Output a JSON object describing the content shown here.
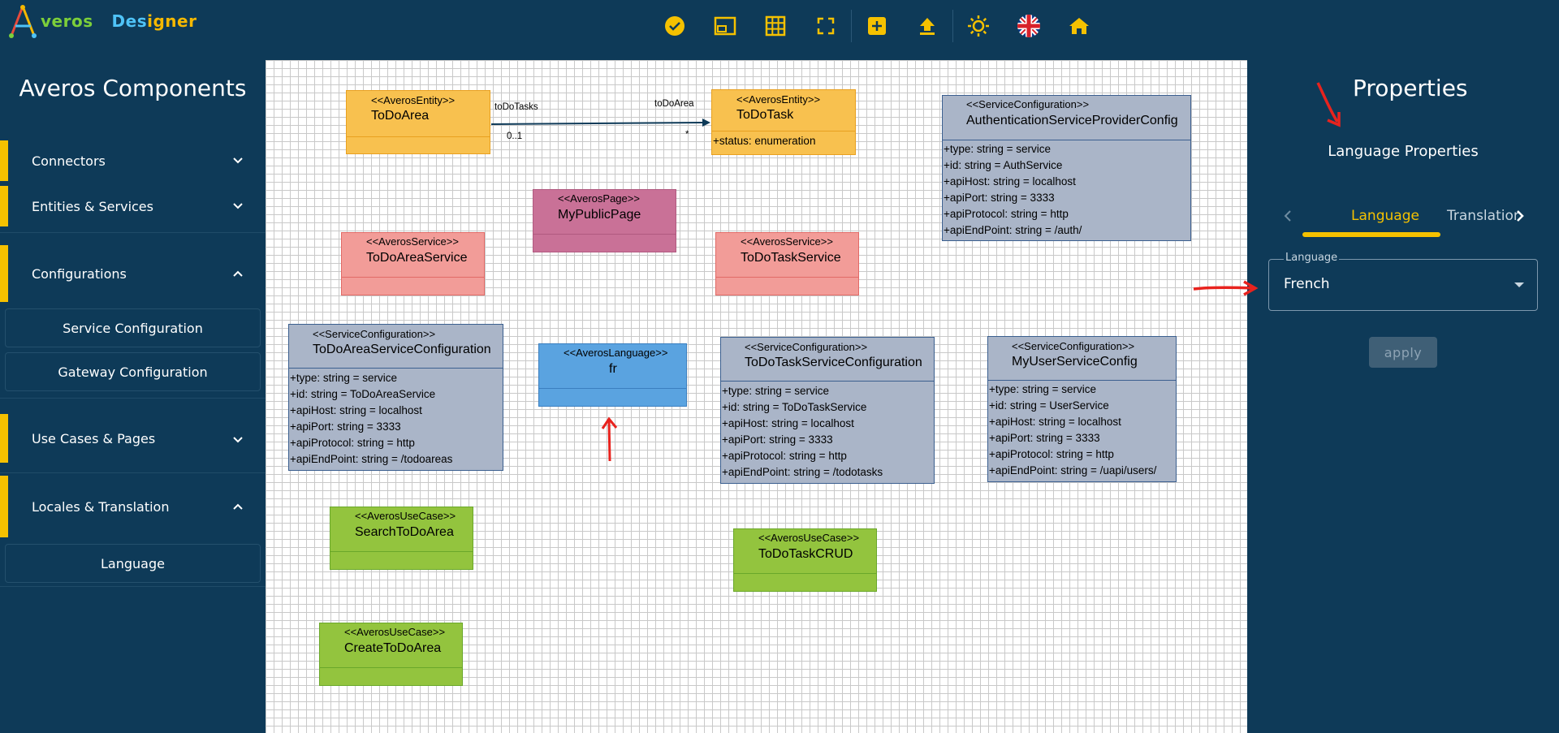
{
  "app": {
    "logo_parts": [
      "veros",
      "Des",
      "igner"
    ]
  },
  "sidebar": {
    "title": "Averos Components",
    "sections": [
      {
        "label": "Connectors",
        "expanded": false
      },
      {
        "label": "Entities & Services",
        "expanded": false
      },
      {
        "label": "Configurations",
        "expanded": true,
        "items": [
          "Service Configuration",
          "Gateway Configuration"
        ]
      },
      {
        "label": "Use Cases & Pages",
        "expanded": false
      },
      {
        "label": "Locales & Translation",
        "expanded": true,
        "items": [
          "Language"
        ]
      }
    ]
  },
  "toolbar": {
    "icons": [
      "check-circle-icon",
      "picture-in-picture-icon",
      "grid-icon",
      "fullscreen-icon",
      "add-box-icon",
      "upload-icon",
      "sun-icon",
      "uk-flag-icon",
      "home-icon"
    ]
  },
  "diagram": {
    "todoarea": {
      "stereo": "<<AverosEntity>>",
      "name": "ToDoArea"
    },
    "todotask": {
      "stereo": "<<AverosEntity>>",
      "name": "ToDoTask",
      "attrs": [
        "+status: enumeration"
      ]
    },
    "assoc": {
      "src_role": "toDoTasks",
      "src_mult": "0..1",
      "dst_role": "toDoArea",
      "dst_mult": "*"
    },
    "authcfg": {
      "stereo": "<<ServiceConfiguration>>",
      "name": "AuthenticationServiceProviderConfig",
      "attrs": [
        "+type: string = service",
        "+id: string = AuthService",
        "+apiHost: string = localhost",
        "+apiPort: string = 3333",
        "+apiProtocol: string = http",
        "+apiEndPoint: string = /auth/"
      ]
    },
    "mypublicpage": {
      "stereo": "<<AverosPage>>",
      "name": "MyPublicPage"
    },
    "todoareaservice": {
      "stereo": "<<AverosService>>",
      "name": "ToDoAreaService"
    },
    "todotaskservice": {
      "stereo": "<<AverosService>>",
      "name": "ToDoTaskService"
    },
    "todoareacfg": {
      "stereo": "<<ServiceConfiguration>>",
      "name": "ToDoAreaServiceConfiguration",
      "attrs": [
        "+type: string = service",
        "+id: string = ToDoAreaService",
        "+apiHost: string = localhost",
        "+apiPort: string = 3333",
        "+apiProtocol: string = http",
        "+apiEndPoint: string = /todoareas"
      ]
    },
    "language": {
      "stereo": "<<AverosLanguage>>",
      "name": "fr"
    },
    "todotaskcfg": {
      "stereo": "<<ServiceConfiguration>>",
      "name": "ToDoTaskServiceConfiguration",
      "attrs": [
        "+type: string = service",
        "+id: string = ToDoTaskService",
        "+apiHost: string = localhost",
        "+apiPort: string = 3333",
        "+apiProtocol: string = http",
        "+apiEndPoint: string = /todotasks"
      ]
    },
    "myusercfg": {
      "stereo": "<<ServiceConfiguration>>",
      "name": "MyUserServiceConfig",
      "attrs": [
        "+type: string = service",
        "+id: string = UserService",
        "+apiHost: string = localhost",
        "+apiPort: string = 3333",
        "+apiProtocol: string = http",
        "+apiEndPoint: string = /uapi/users/"
      ]
    },
    "searchtodoarea": {
      "stereo": "<<AverosUseCase>>",
      "name": "SearchToDoArea"
    },
    "todotaskcrud": {
      "stereo": "<<AverosUseCase>>",
      "name": "ToDoTaskCRUD"
    },
    "createtodoarea": {
      "stereo": "<<AverosUseCase>>",
      "name": "CreateToDoArea"
    }
  },
  "panel": {
    "title": "Properties",
    "subtitle": "Language Properties",
    "tabs": [
      "Language",
      "Translatior"
    ],
    "active_tab": "Language",
    "field": {
      "label": "Language",
      "value": "French"
    },
    "apply_label": "apply"
  },
  "colors": {
    "background": "#0e3a58",
    "accent": "#f5c100",
    "entity": "#f8c14f",
    "page": "#c97197",
    "service": "#f29c98",
    "config": "#aab5c8",
    "language": "#5aa3e0",
    "usecase": "#93c43e",
    "annotation": "#e8231e"
  }
}
